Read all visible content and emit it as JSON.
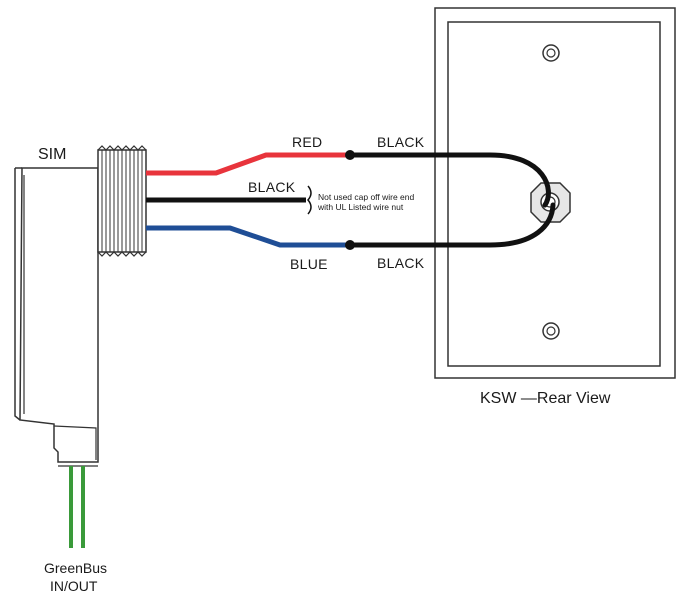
{
  "labels": {
    "sim": "SIM",
    "red": "RED",
    "black_mid": "BLACK",
    "blue": "BLUE",
    "black_top": "BLACK",
    "black_bottom": "BLACK",
    "note_line1": "Not used cap off wire end",
    "note_line2": "with UL Listed wire nut",
    "ksw_caption": "KSW —Rear View",
    "greenbus_line1": "GreenBus",
    "greenbus_line2": "IN/OUT"
  },
  "colors": {
    "red_wire": "#e8343c",
    "black_wire": "#111111",
    "blue_wire": "#1f4e96",
    "green_wire": "#3a9a3a",
    "outline": "#333333"
  }
}
